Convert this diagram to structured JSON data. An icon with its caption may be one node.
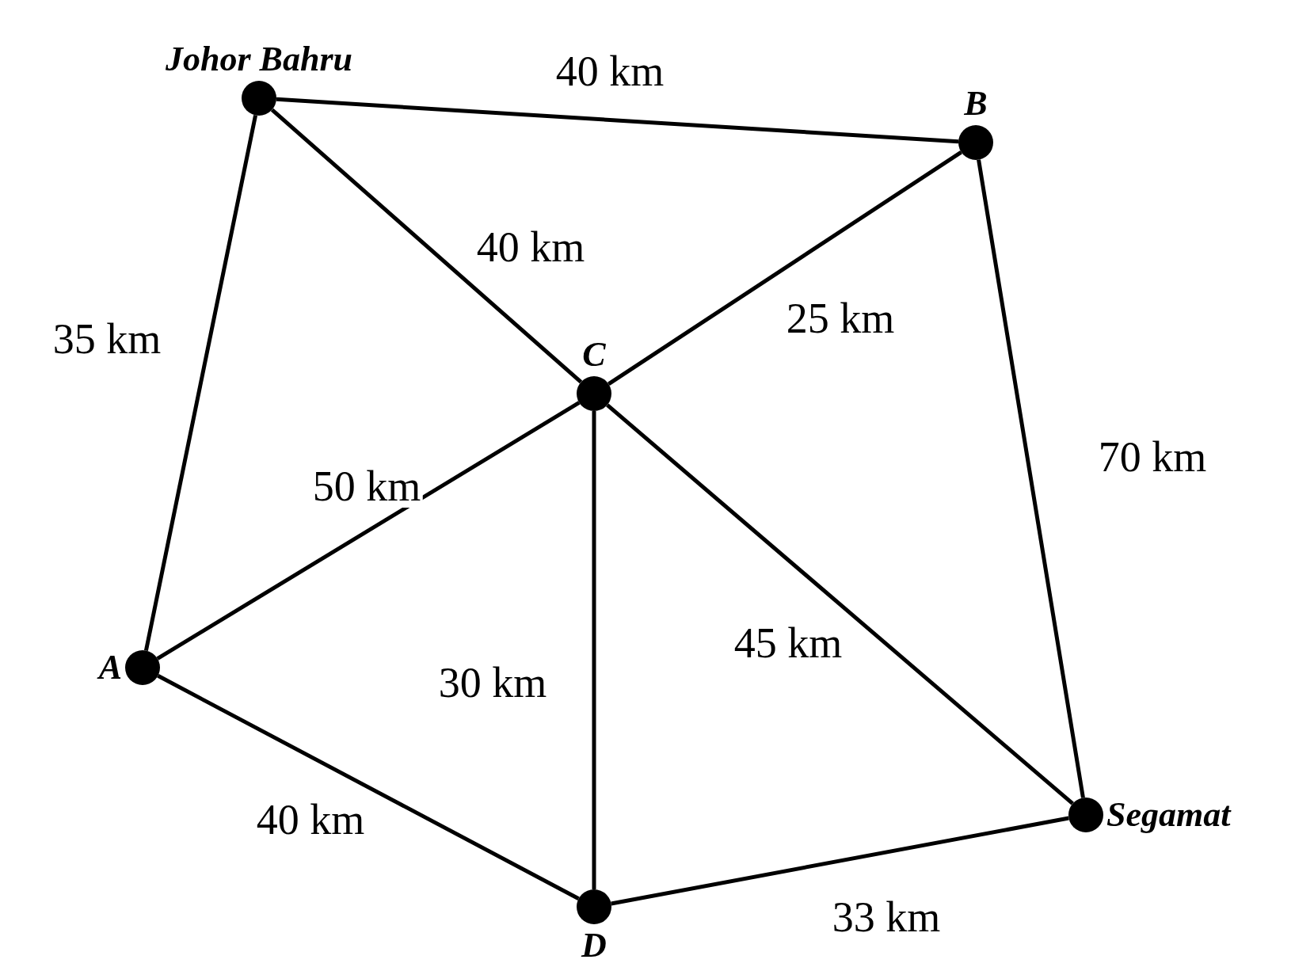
{
  "diagram": {
    "nodes": [
      {
        "text": [
          "Johor Bahru"
        ]
      },
      {
        "text": [
          "B"
        ]
      },
      {
        "text": [
          "C"
        ]
      },
      {
        "text": [
          "A"
        ]
      },
      {
        "text": [
          "D"
        ]
      },
      {
        "text": [
          "Segamat"
        ]
      }
    ],
    "edges": [
      {
        "from": 0,
        "to": 1,
        "arrow": "none",
        "label": "40 km"
      },
      {
        "from": 0,
        "to": 2,
        "arrow": "none",
        "label": "40 km"
      },
      {
        "from": 0,
        "to": 3,
        "arrow": "none",
        "label": "35 km"
      },
      {
        "from": 1,
        "to": 2,
        "arrow": "none",
        "label": "25 km"
      },
      {
        "from": 1,
        "to": 5,
        "arrow": "none",
        "label": "70 km"
      },
      {
        "from": 2,
        "to": 3,
        "arrow": "none",
        "label": "50 km"
      },
      {
        "from": 2,
        "to": 4,
        "arrow": "none",
        "label": "30 km"
      },
      {
        "from": 2,
        "to": 5,
        "arrow": "none",
        "label": "45 km"
      },
      {
        "from": 3,
        "to": 4,
        "arrow": "none",
        "label": "40 km"
      },
      {
        "from": 4,
        "to": 5,
        "arrow": "none",
        "label": "33 km"
      }
    ]
  }
}
